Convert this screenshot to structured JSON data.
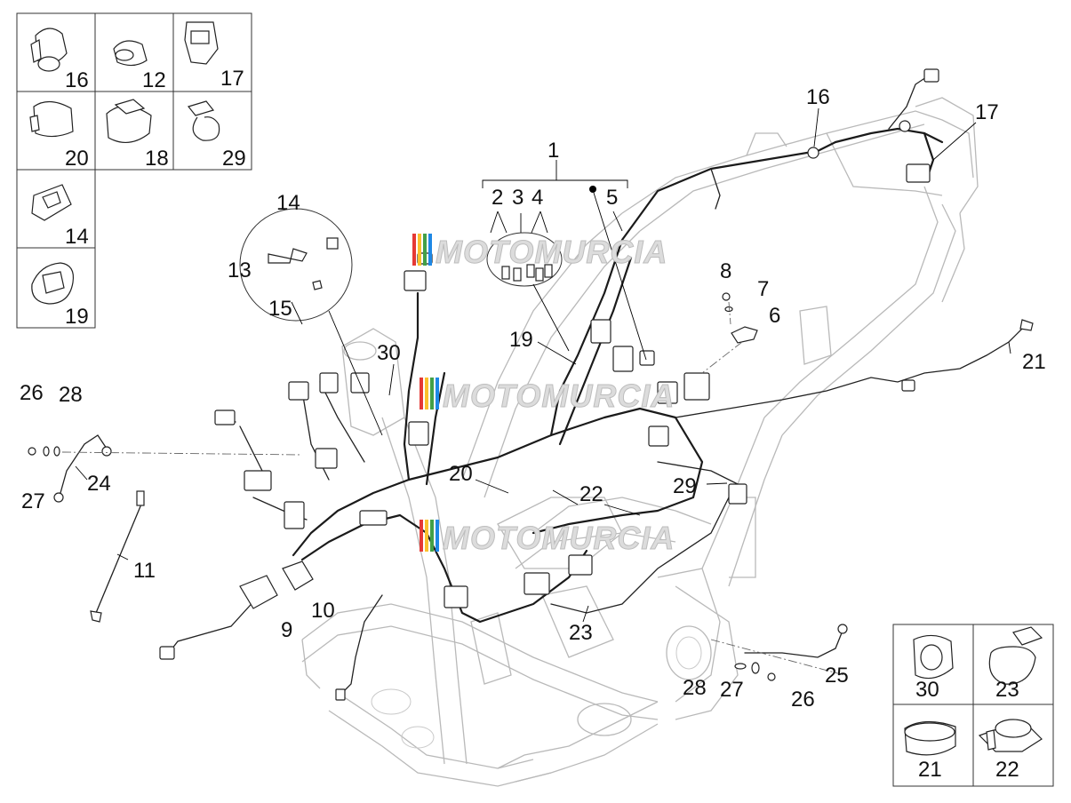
{
  "watermark": {
    "text": "MOTOMURCIA",
    "stripe_colors": [
      "#e53935",
      "#fbc02d",
      "#43a047",
      "#1e88e5"
    ]
  },
  "callouts": {
    "c1": "1",
    "c2": "2",
    "c3": "3",
    "c4": "4",
    "c5": "5",
    "c6": "6",
    "c7": "7",
    "c8": "8",
    "c9": "9",
    "c10": "10",
    "c11": "11",
    "c13": "13",
    "c14": "14",
    "c15": "15",
    "c16": "16",
    "c17": "17",
    "c19": "19",
    "c20": "20",
    "c21": "21",
    "c22": "22",
    "c23": "23",
    "c24": "24",
    "c25": "25",
    "c26a": "26",
    "c26b": "26",
    "c27a": "27",
    "c27b": "27",
    "c28a": "28",
    "c28b": "28",
    "c29": "29",
    "c30": "30"
  },
  "legend_left": [
    {
      "label": "16"
    },
    {
      "label": "12"
    },
    {
      "label": "17"
    },
    {
      "label": "20"
    },
    {
      "label": "18"
    },
    {
      "label": "29"
    },
    {
      "label": "14"
    },
    {
      "label": "19"
    }
  ],
  "legend_right": [
    {
      "label": "30"
    },
    {
      "label": "23"
    },
    {
      "label": "21"
    },
    {
      "label": "22"
    }
  ]
}
